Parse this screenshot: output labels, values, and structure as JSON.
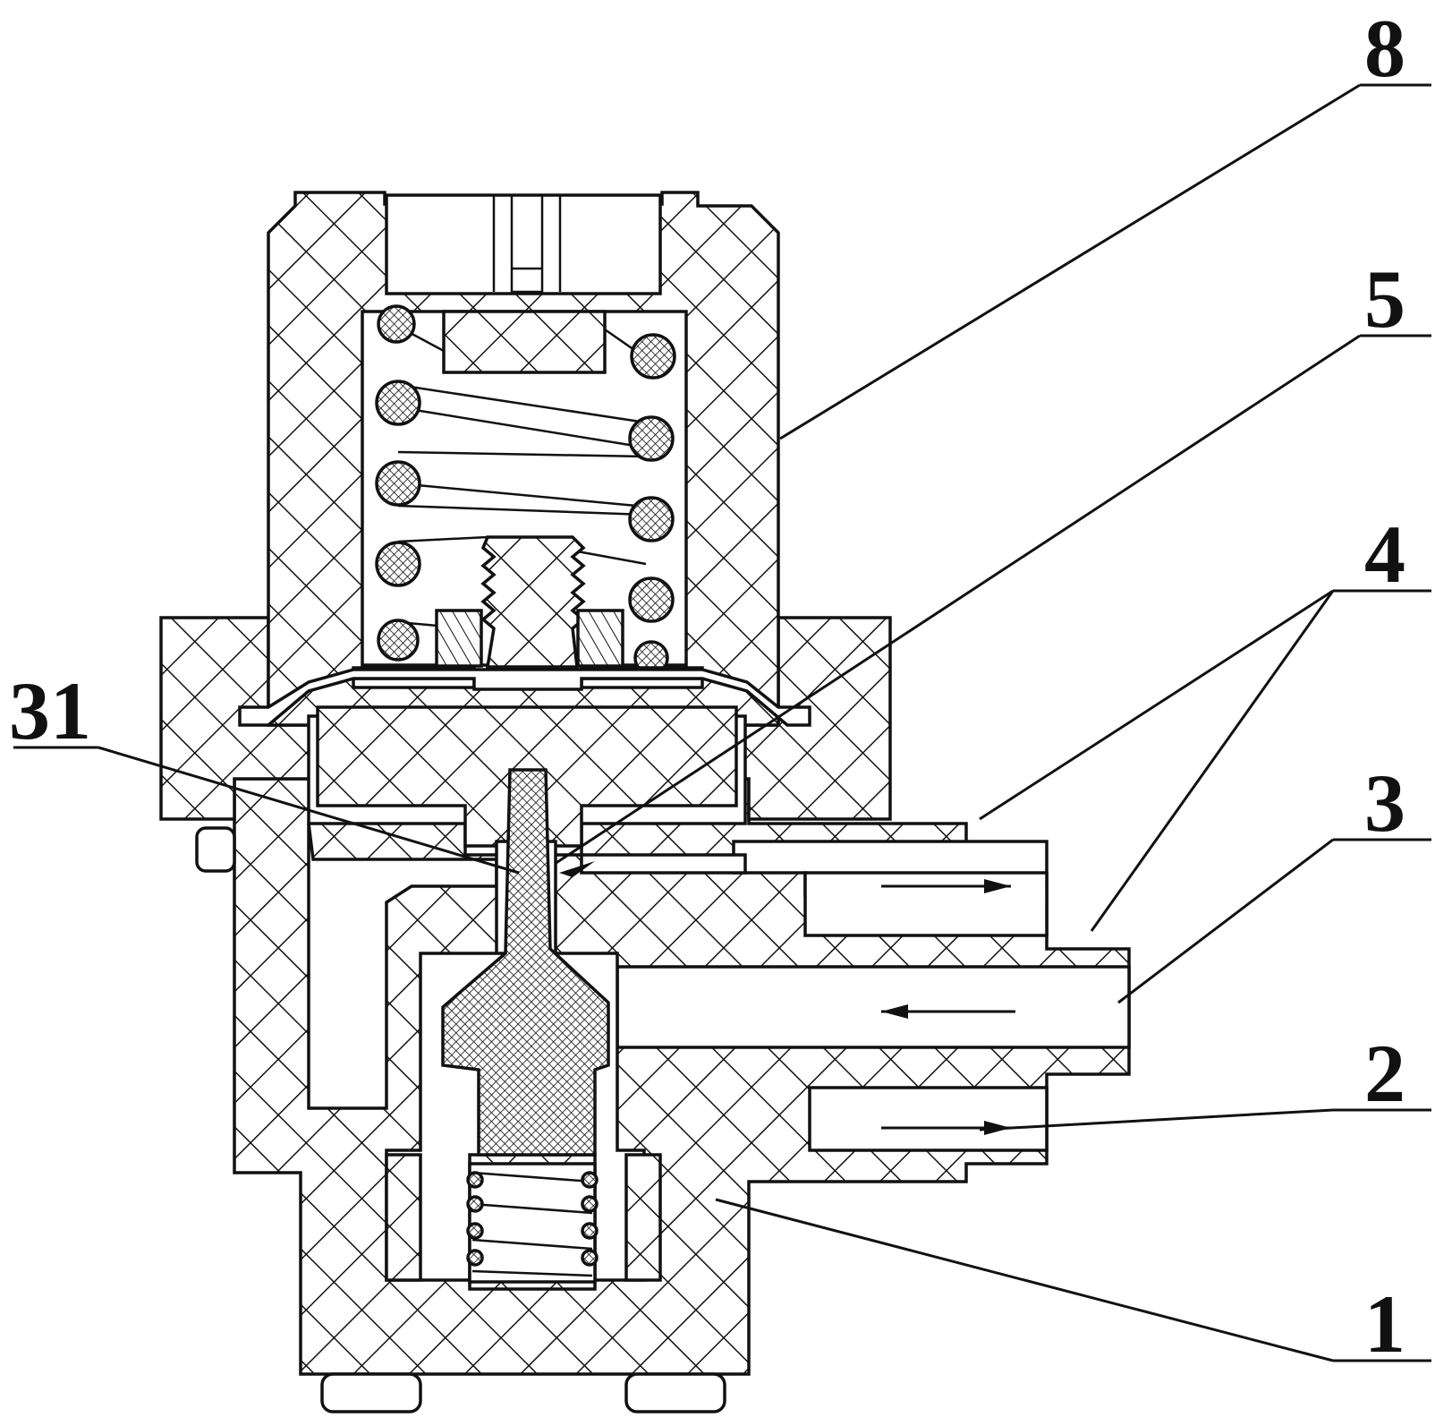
{
  "labels": {
    "l8": "8",
    "l5": "5",
    "l4": "4",
    "l31": "31",
    "l3": "3",
    "l2": "2",
    "l1": "1"
  },
  "colors": {
    "line": "#111111",
    "background": "#ffffff"
  }
}
